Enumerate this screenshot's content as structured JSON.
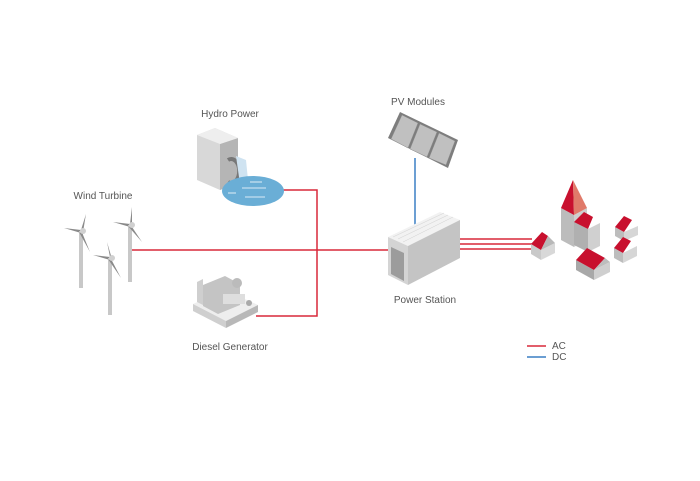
{
  "labels": {
    "wind": "Wind Turbine",
    "hydro": "Hydro Power",
    "pv": "PV Modules",
    "station": "Power Station",
    "diesel": "Diesel Generator"
  },
  "legend": {
    "ac": "AC",
    "dc": "DC"
  },
  "colors": {
    "ac": "#d9283a",
    "dc": "#3a7fc4",
    "roof": "#c8102e",
    "water": "#6aaed6",
    "grey_light": "#e4e4e4",
    "grey_mid": "#c4c4c4",
    "grey_dark": "#9a9a9a"
  }
}
